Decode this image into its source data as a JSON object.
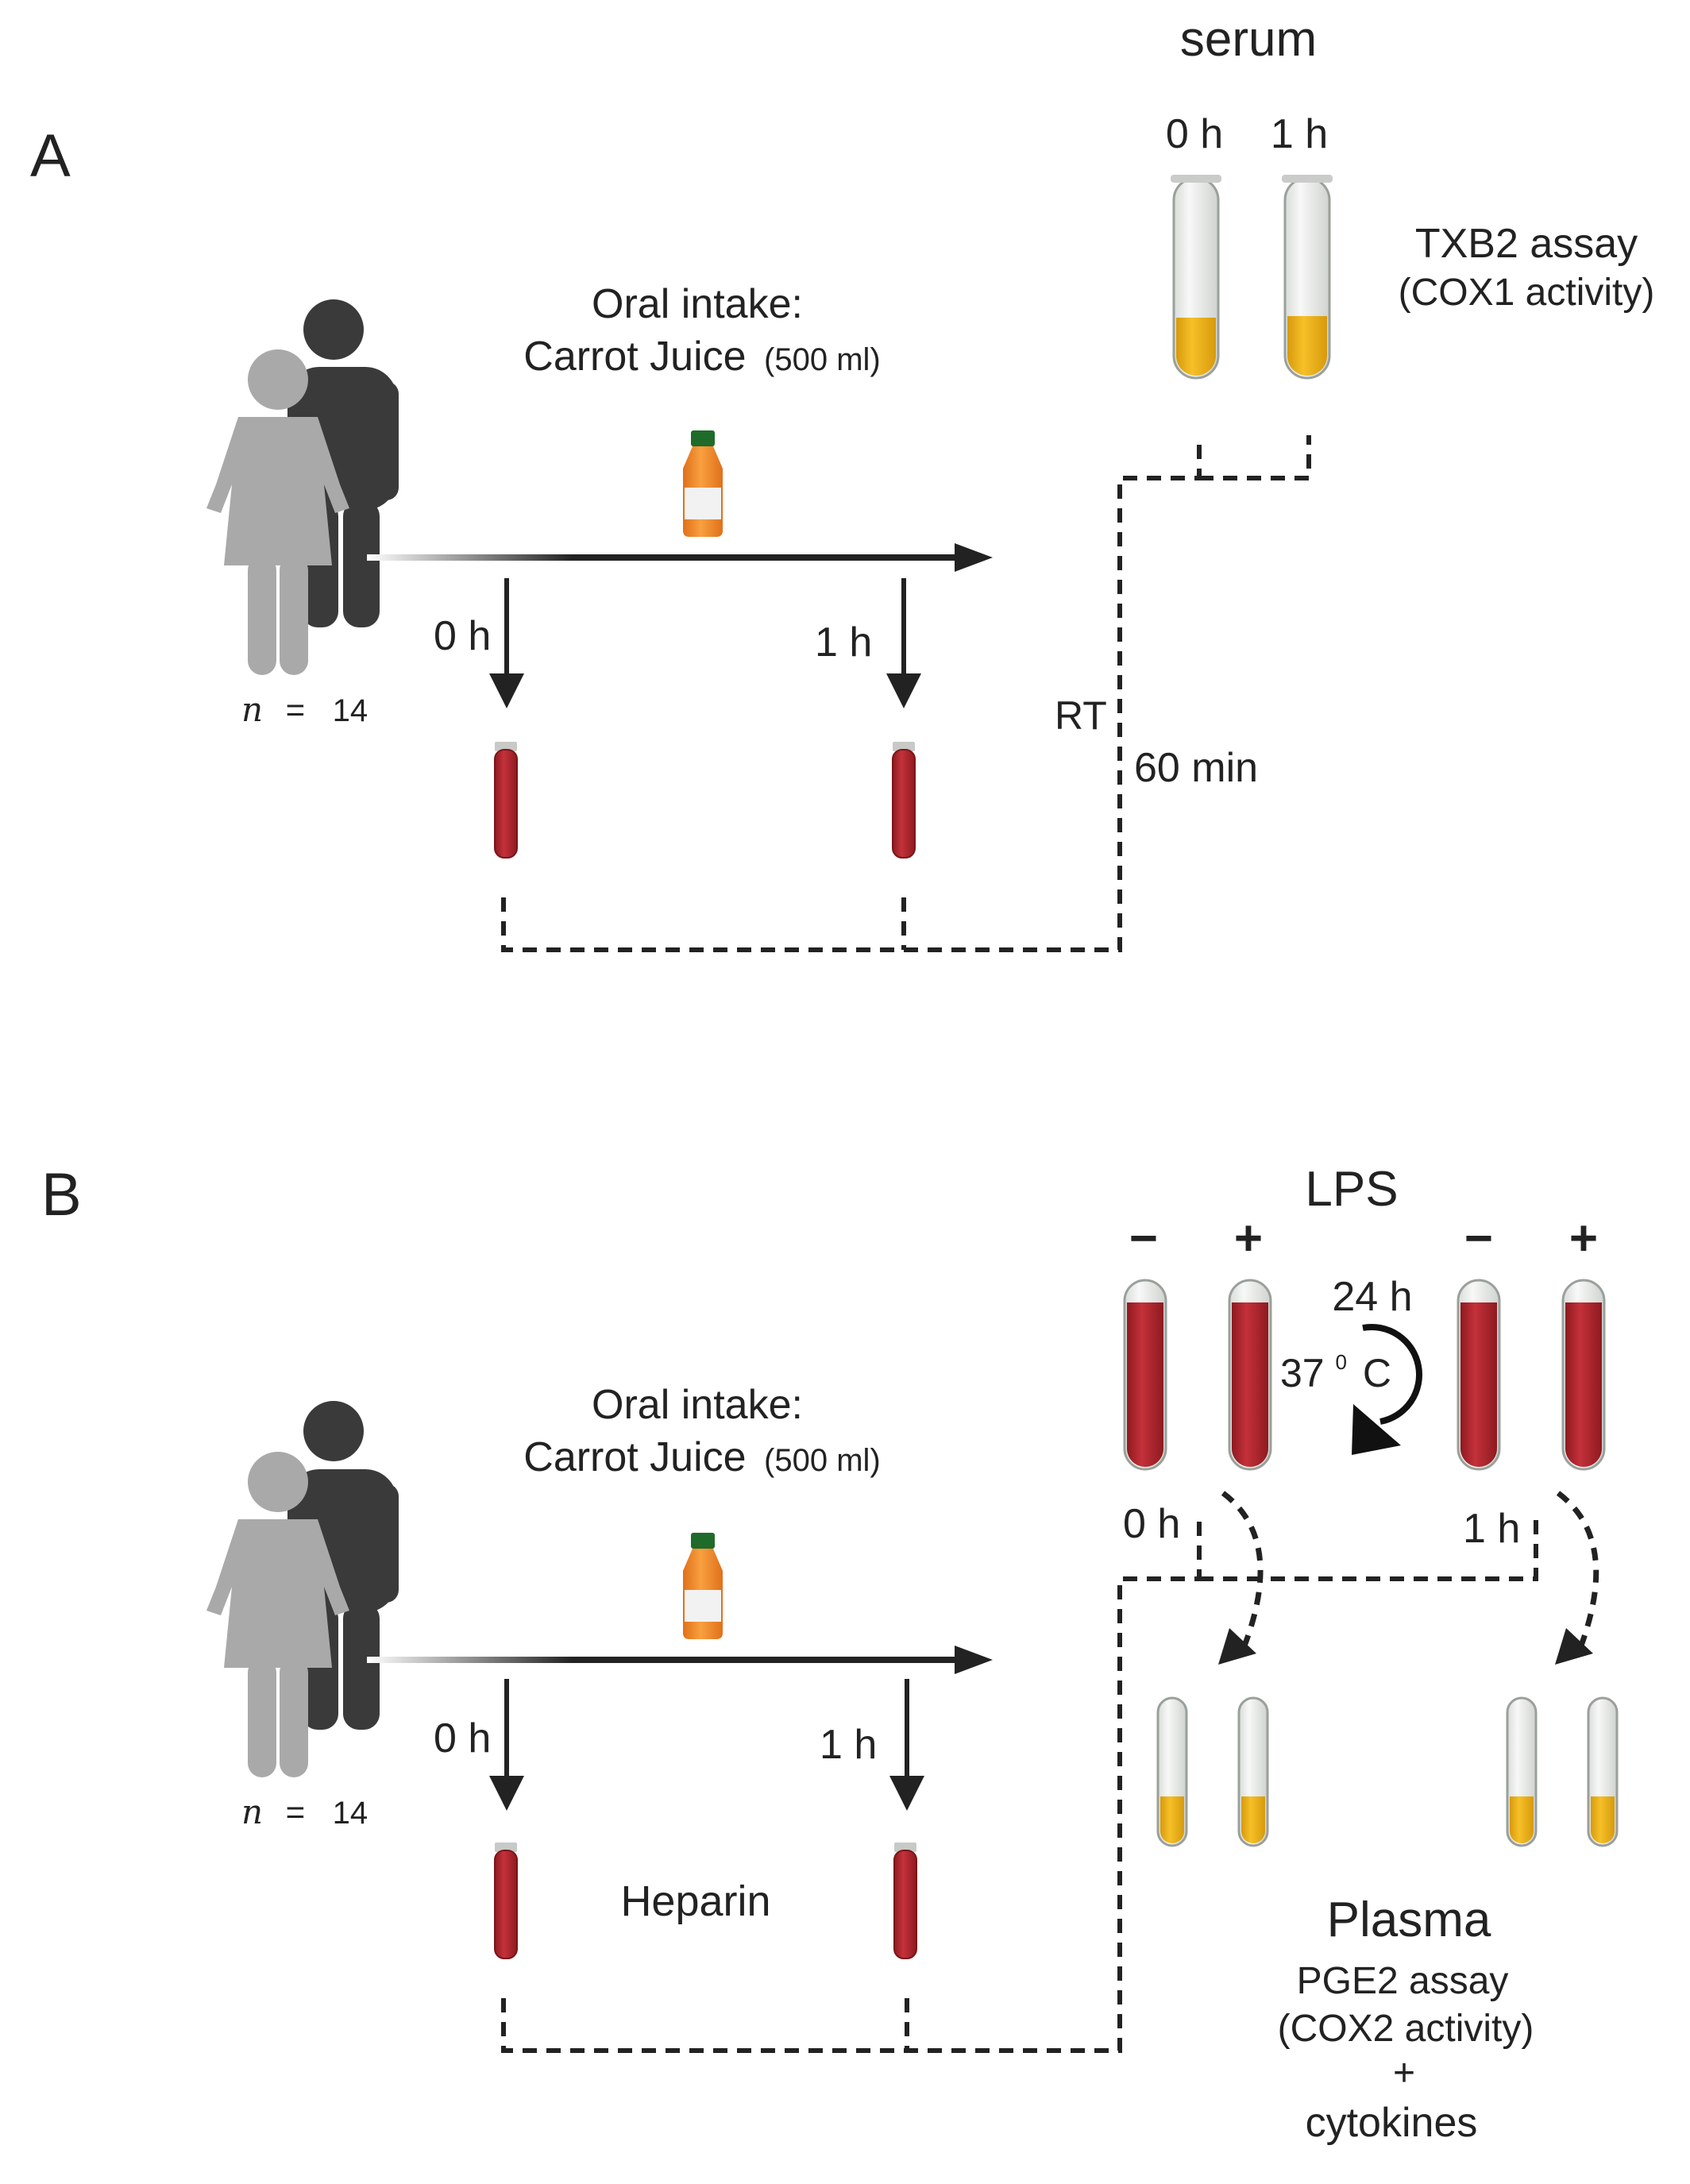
{
  "panel_a": {
    "label": "A",
    "intake_line1": "Oral intake:",
    "intake_line2": "Carrot Juice",
    "intake_volume": "(500 ml)",
    "n_prefix": "n",
    "n_eq": "=",
    "n_value": "14",
    "t0": "0 h",
    "t1": "1 h",
    "rt": "RT",
    "duration": "60 min",
    "serum": "serum",
    "serum_t0": "0 h",
    "serum_t1": "1 h",
    "assay_line1": "TXB2 assay",
    "assay_line2": "(COX1 activity)"
  },
  "panel_b": {
    "label": "B",
    "intake_line1": "Oral intake:",
    "intake_line2": "Carrot Juice",
    "intake_volume": "(500 ml)",
    "n_prefix": "n",
    "n_eq": "=",
    "n_value": "14",
    "t0": "0 h",
    "t1": "1 h",
    "heparin": "Heparin",
    "lps": "LPS",
    "minus1": "−",
    "plus1": "+",
    "minus2": "−",
    "plus2": "+",
    "incubation_time": "24 h",
    "incubation_temp": "37",
    "incubation_deg": "0",
    "incubation_unit": "C",
    "tube_t0": "0 h",
    "tube_t1": "1 h",
    "plasma": "Plasma",
    "assay_line1": "PGE2 assay",
    "assay_line2": "(COX2 activity)",
    "plus": "+",
    "cytokines": "cytokines"
  },
  "colors": {
    "blood": "#b5262d",
    "serum_yellow": "#f0b41a",
    "tube_glass": "#eef0ee",
    "tube_outline": "#9aa09a",
    "man": "#3a3a3a",
    "woman": "#a9a9a9",
    "juice": "#f08a24",
    "cap": "#1f6b2a"
  },
  "icons": [
    "man-icon",
    "woman-icon",
    "juice-bottle-icon",
    "blood-tube-icon",
    "serum-tube-icon",
    "plasma-tube-icon",
    "circular-arrow-icon"
  ]
}
